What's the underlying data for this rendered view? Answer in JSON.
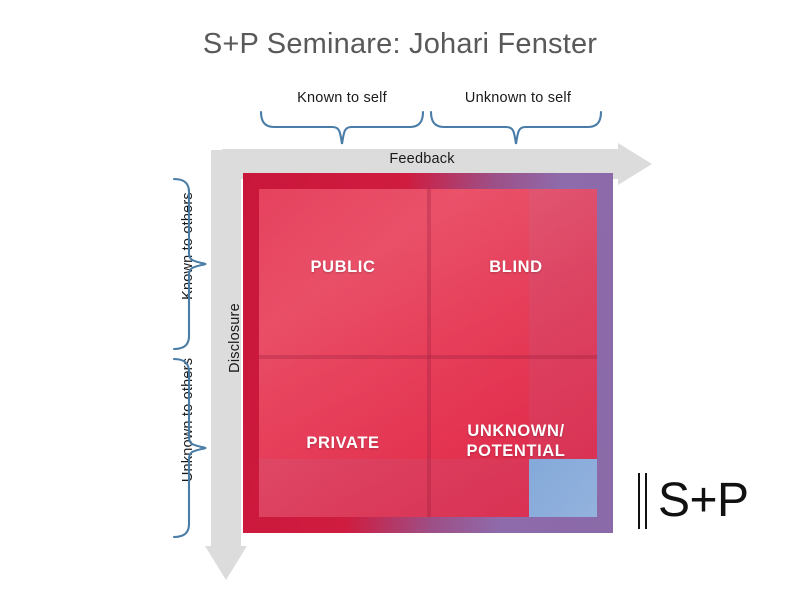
{
  "title": "S+P Seminare: Johari Fenster",
  "axes": {
    "columns": [
      {
        "label": "Known to self"
      },
      {
        "label": "Unknown  to self"
      }
    ],
    "rows": [
      {
        "label": "Known to others"
      },
      {
        "label": "Unknown  to others"
      }
    ],
    "top_arrow_label": "Feedback",
    "left_arrow_label": "Disclosure"
  },
  "matrix": {
    "quadrants": [
      {
        "id": "public",
        "label": "PUBLIC"
      },
      {
        "id": "blind",
        "label": "BLIND"
      },
      {
        "id": "private",
        "label": "PRIVATE"
      },
      {
        "id": "unknown",
        "label": "UNKNOWN/\nPOTENTIAL"
      }
    ]
  },
  "logo": {
    "text": "S+P"
  },
  "colors": {
    "title_gray": "#595959",
    "red": "#dc2446",
    "blue": "#7ba4da",
    "purple": "#8e6bab",
    "arrow_gray": "#dcdcdc",
    "brace_blue": "#4a7ca8",
    "label_black": "#1a1a1a"
  }
}
